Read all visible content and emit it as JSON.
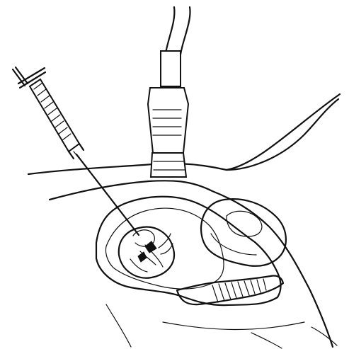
{
  "illustration": {
    "colors": {
      "ink": "#111111",
      "paper": "#ffffff"
    },
    "elements": [
      "syringe-icon",
      "needle",
      "ultrasound-transducer-icon",
      "abdomen-outline",
      "uterus-outline",
      "fetus-icon",
      "placenta",
      "cervix"
    ]
  }
}
